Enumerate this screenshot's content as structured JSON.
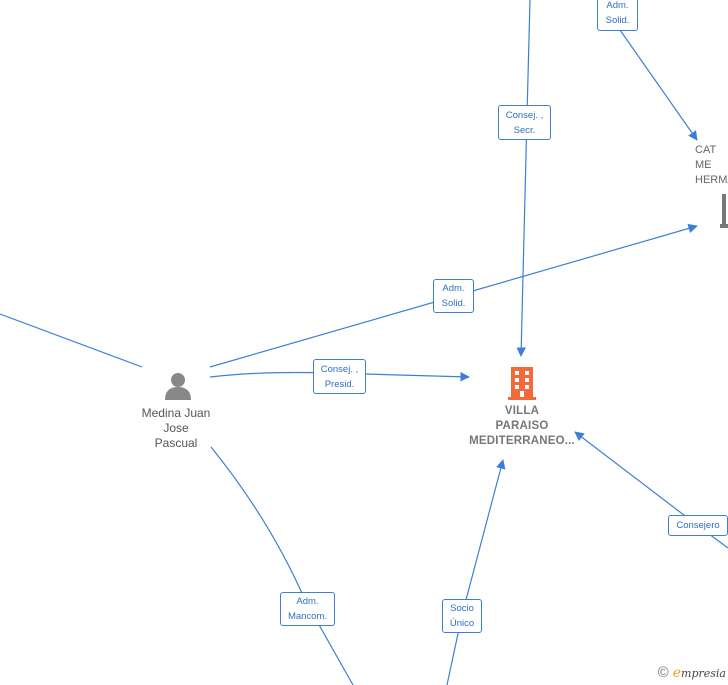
{
  "colors": {
    "edge": "#3d7fd6",
    "company_icon": "#f26a3c",
    "person_icon": "#888888"
  },
  "nodes": {
    "company_main": {
      "label": "VILLA\nPARAISO\nMEDITERRANEO...",
      "icon": "building-icon"
    },
    "person_main": {
      "label": "Medina Juan\nJose\nPascual",
      "icon": "person-icon"
    },
    "company_topright": {
      "label": "CAT\nME\nHERMA",
      "icon": "building-icon"
    }
  },
  "edges": [
    {
      "label": "Adm.\nSolid."
    },
    {
      "label": "Consej. ,\nSecr."
    },
    {
      "label": "Adm.\nSolid."
    },
    {
      "label": "Consej. ,\nPresid."
    },
    {
      "label": "Consejero"
    },
    {
      "label": "Adm.\nMancom."
    },
    {
      "label": "Socio\nÚnico"
    }
  ],
  "footer": {
    "copyright": "©",
    "brand_initial": "e",
    "brand_rest": "mpresia"
  }
}
